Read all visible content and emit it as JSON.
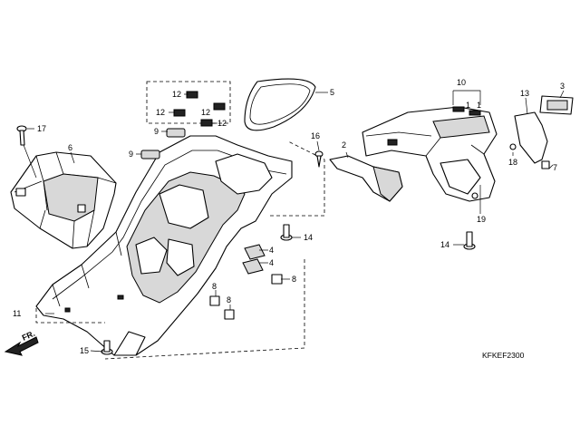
{
  "diagram": {
    "code": "KFKEF2300",
    "direction_label": "FR.",
    "callouts": [
      "1",
      "1",
      "2",
      "3",
      "4",
      "4",
      "5",
      "6",
      "7",
      "8",
      "8",
      "8",
      "9",
      "9",
      "10",
      "11",
      "12",
      "12",
      "12",
      "12",
      "13",
      "14",
      "14",
      "15",
      "16",
      "17",
      "18",
      "19"
    ]
  }
}
